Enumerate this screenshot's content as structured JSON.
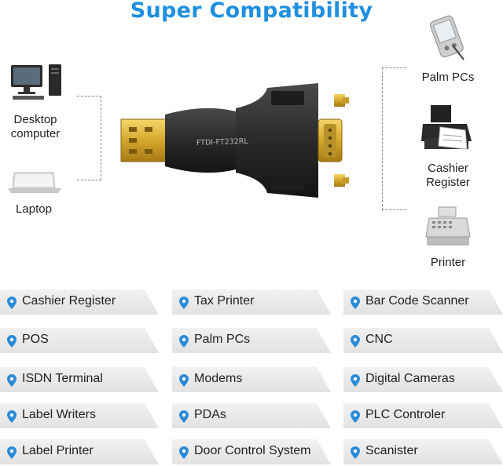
{
  "title": "Super Compatibility",
  "adapter_label": "FTDI-FT232RL",
  "colors": {
    "title": "#1f8fe0",
    "pin": "#2a8bd8",
    "tag_bg": "#e6e6e6"
  },
  "left_devices": [
    {
      "label": "Desktop\ncomputer",
      "icon": "desktop-computer-icon"
    },
    {
      "label": "Laptop",
      "icon": "laptop-icon"
    }
  ],
  "right_devices": [
    {
      "label": "Palm PCs",
      "icon": "palm-pc-icon"
    },
    {
      "label": "Cashier\nRegister",
      "icon": "cashier-register-icon"
    },
    {
      "label": "Printer",
      "icon": "printer-icon"
    }
  ],
  "compat_list": [
    [
      "Cashier Register",
      "Tax Printer",
      "Bar Code Scanner"
    ],
    [
      "POS",
      "Palm PCs",
      "CNC"
    ],
    [
      "ISDN Terminal",
      "Modems",
      "Digital Cameras"
    ],
    [
      "Label Writers",
      "PDAs",
      "PLC Controler"
    ],
    [
      "Label Printer",
      "Door Control System",
      "Scanister"
    ]
  ]
}
